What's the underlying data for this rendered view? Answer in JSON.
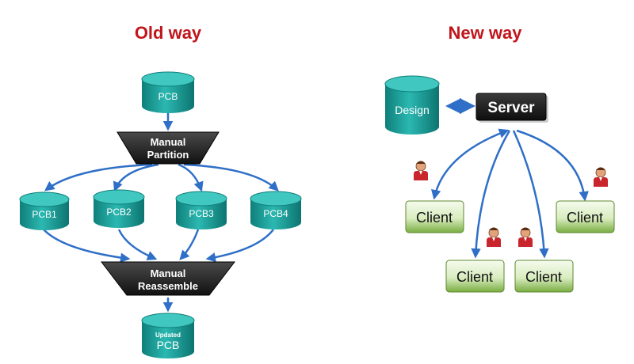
{
  "old_way": {
    "title": "Old way",
    "source": "PCB",
    "partition": [
      "Manual",
      "Partition"
    ],
    "parts": [
      "PCB1",
      "PCB2",
      "PCB3",
      "PCB4"
    ],
    "reassemble": [
      "Manual",
      "Reassemble"
    ],
    "result_small": "Updated",
    "result": "PCB"
  },
  "new_way": {
    "title": "New way",
    "design": "Design",
    "server": "Server",
    "clients": [
      "Client",
      "Client",
      "Client",
      "Client"
    ]
  },
  "colors": {
    "title": "#c0161c",
    "cylinder": "#1fa6a0",
    "funnel": "#2a2a2a",
    "arrow": "#2f6fc7",
    "client_top": "#f4fae8",
    "client_bottom": "#7fb247",
    "person_shirt": "#c8262c"
  }
}
